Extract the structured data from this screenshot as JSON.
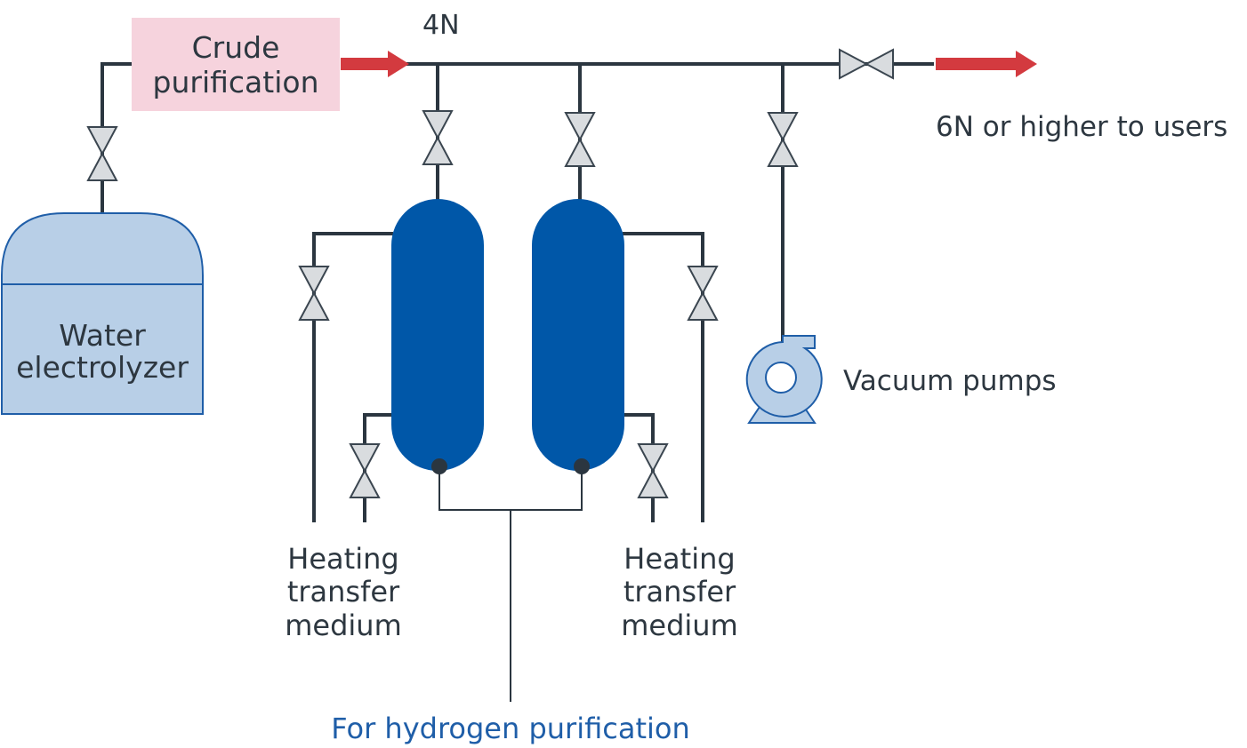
{
  "diagram": {
    "labels": {
      "crude": [
        "Crude",
        "purification"
      ],
      "grade_in": "4N",
      "grade_out": "6N or higher to users",
      "electrolyzer": [
        "Water",
        "electrolyzer"
      ],
      "vacuum": "Vacuum pumps",
      "heating_left": [
        "Heating",
        "transfer",
        "medium"
      ],
      "heating_right": [
        "Heating",
        "transfer",
        "medium"
      ],
      "purpose": "For hydrogen purification"
    },
    "colors": {
      "arrow": "#d33a3f",
      "vessel": "#0057a8",
      "tank_fill": "#b8cfe7",
      "tank_stroke": "#1f5ea8",
      "crude_box": "#f6d3dd",
      "valve_fill": "#d9dcdf",
      "pipe": "#2b3640",
      "purpose_text": "#1f5ea8"
    }
  }
}
